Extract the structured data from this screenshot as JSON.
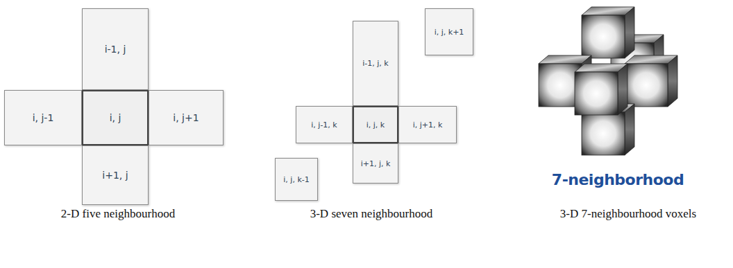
{
  "diagram": {
    "nodes": [
      {
        "text": [
          "i-1, j"
        ]
      },
      {
        "text": [
          "i, j-1"
        ]
      },
      {
        "text": [
          "i, j"
        ]
      },
      {
        "text": [
          "i, j+1"
        ]
      },
      {
        "text": [
          "i+1, j"
        ]
      },
      {
        "text": [
          "i-1, j, k"
        ]
      },
      {
        "text": [
          "i, j, k+1"
        ]
      },
      {
        "text": [
          "i, j-1, k"
        ]
      },
      {
        "text": [
          "i, j, k"
        ]
      },
      {
        "text": [
          "i, j+1, k"
        ]
      },
      {
        "text": [
          "i+1, j, k"
        ]
      },
      {
        "text": [
          "i, j, k-1"
        ]
      }
    ],
    "labels": [
      "2-D five neighbourhood",
      "3-D seven neighbourhood",
      "7-neighborhood",
      "3-D 7-neighbourhood voxels"
    ]
  }
}
